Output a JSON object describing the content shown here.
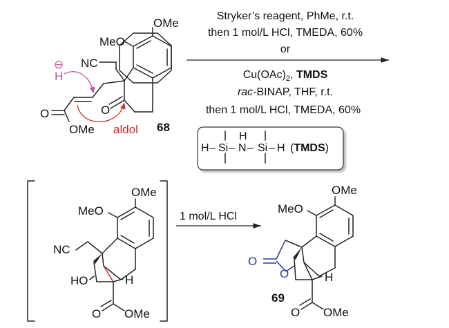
{
  "reaction": {
    "starting_material": {
      "compound_number": "68",
      "labels": {
        "ome_top": "OMe",
        "meo": "MeO",
        "nc": "NC",
        "ketone_o": "O",
        "ester_o": "O",
        "ester_ome": "OMe",
        "hydride_h": "H",
        "hydride_charge": "⊖",
        "aldol": "aldol"
      },
      "colors": {
        "hydride": "#c0509b",
        "aldol": "#d42a2a"
      }
    },
    "conditions_main": {
      "line1": "Stryker’s reagent, PhMe, r.t.",
      "line2": "then 1 mol/L HCl, TMEDA, 60%",
      "or": "or",
      "line3_a": "Cu(OAc)",
      "line3_sub": "2",
      "line3_b": ", ",
      "line3_bold": "TMDS",
      "line4_italic": "rac",
      "line4_rest": "-BINAP, THF, r.t.",
      "line5": "then 1 mol/L HCl, TMEDA, 60%"
    },
    "tmds_box": {
      "h_left": "H",
      "si1": "Si",
      "n": "N",
      "nh": "H",
      "si2": "Si",
      "h_right": "H",
      "open_paren": "(",
      "name": "TMDS",
      "close_paren": ")"
    },
    "intermediate": {
      "labels": {
        "ome_top": "OMe",
        "meo": "MeO",
        "nc": "NC",
        "ho": "HO",
        "h": "H",
        "ester_o": "O",
        "ester_ome": "OMe"
      }
    },
    "conditions_second": {
      "reagent": "1 mol/L HCl"
    },
    "product": {
      "compound_number": "69",
      "labels": {
        "ome_top": "OMe",
        "meo": "MeO",
        "lactone_co": "O",
        "lactone_o": "O",
        "h": "H",
        "ester_o": "O",
        "ester_ome": "OMe"
      },
      "colors": {
        "lactone": "#2b3a8f"
      }
    }
  }
}
